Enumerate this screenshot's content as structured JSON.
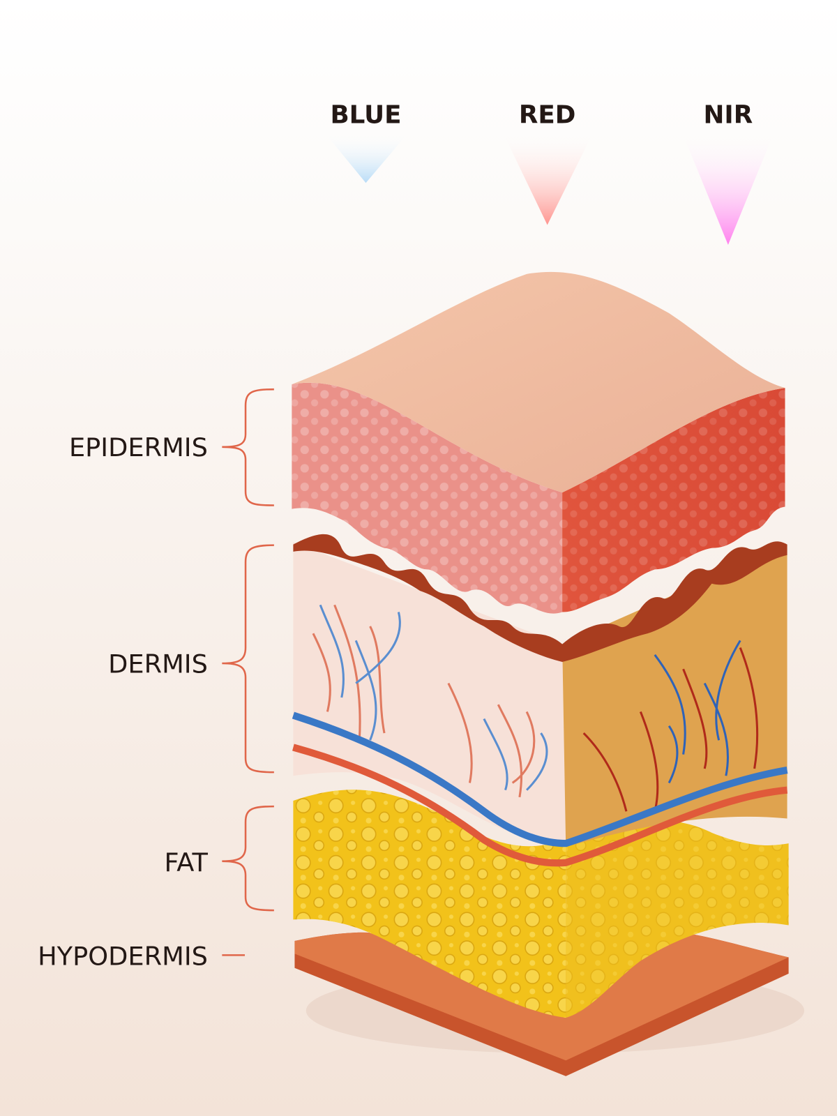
{
  "light_types": [
    {
      "label": "BLUE",
      "color": "#b8dcf7"
    },
    {
      "label": "RED",
      "color": "#ff9590"
    },
    {
      "label": "NIR",
      "color": "#ff80ee"
    }
  ],
  "layers": [
    {
      "label": "EPIDERMIS"
    },
    {
      "label": "DERMIS"
    },
    {
      "label": "FAT"
    },
    {
      "label": "HYPODERMIS"
    }
  ],
  "colors": {
    "bracket": "#e0664a",
    "epidermis": "#e98c84",
    "dermis": "#f7e1d8",
    "fat": "#f2c21a",
    "hypodermis": "#c8542c"
  }
}
